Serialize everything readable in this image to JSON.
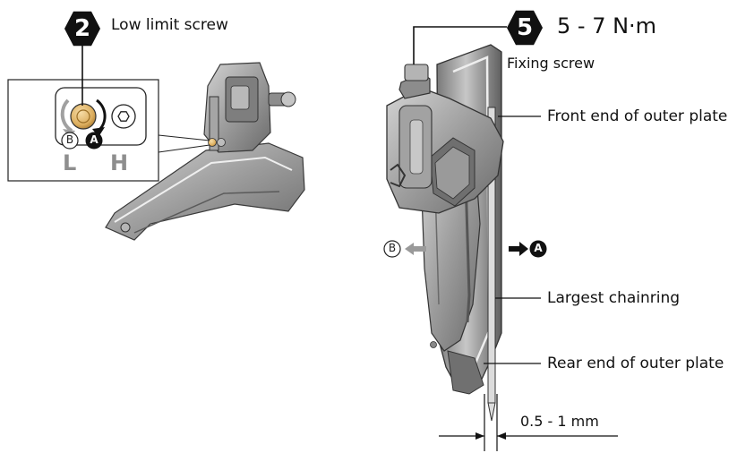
{
  "step_low_limit": {
    "number": "2",
    "label": "Low limit screw"
  },
  "step_torque": {
    "number": "5",
    "torque": "5 - 7 N·m",
    "label": "Fixing screw"
  },
  "inset": {
    "letter_left": "L",
    "letter_right": "H",
    "marker_b": "B",
    "marker_a": "A"
  },
  "callouts": {
    "front_end": "Front end of outer plate",
    "largest_chainring": "Largest chainring",
    "rear_end": "Rear end of outer plate"
  },
  "direction": {
    "left_marker": "B",
    "right_marker": "A"
  },
  "dimension": {
    "label": "0.5 - 1 mm"
  },
  "colors": {
    "ink": "#111111",
    "screw_gold": "#e2b566",
    "arrow_gray": "#9a9a9a",
    "part_gray": "#8a8a8a"
  }
}
